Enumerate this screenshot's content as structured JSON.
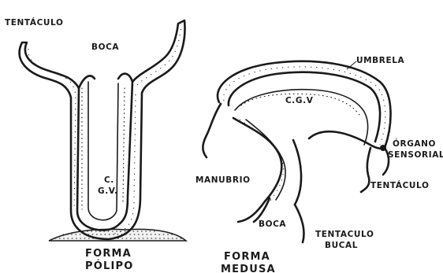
{
  "labels": {
    "tentaculo_polyp": "TENTÁCULO",
    "boca_polyp": "BOCA",
    "cgv_polyp_1": "C.",
    "cgv_polyp_2": "G.V.",
    "umbrela": "UMBRELA",
    "cgv_medusa": "C.G.V",
    "orgao_1": "ÓRGANO",
    "orgao_2": "SENSORIAL",
    "tentaculo_medusa": "TENTÁCULO",
    "manubrio": "MANUBRIO",
    "boca_medusa": "BOCA",
    "tentaculo_bucal_1": "TENTACULO",
    "tentaculo_bucal_2": "BUCAL"
  },
  "titles": {
    "polipo_1": "FORMA",
    "polipo_2": "PÓLIPO",
    "medusa_1": "FORMA",
    "medusa_2": "MEDUSA"
  }
}
